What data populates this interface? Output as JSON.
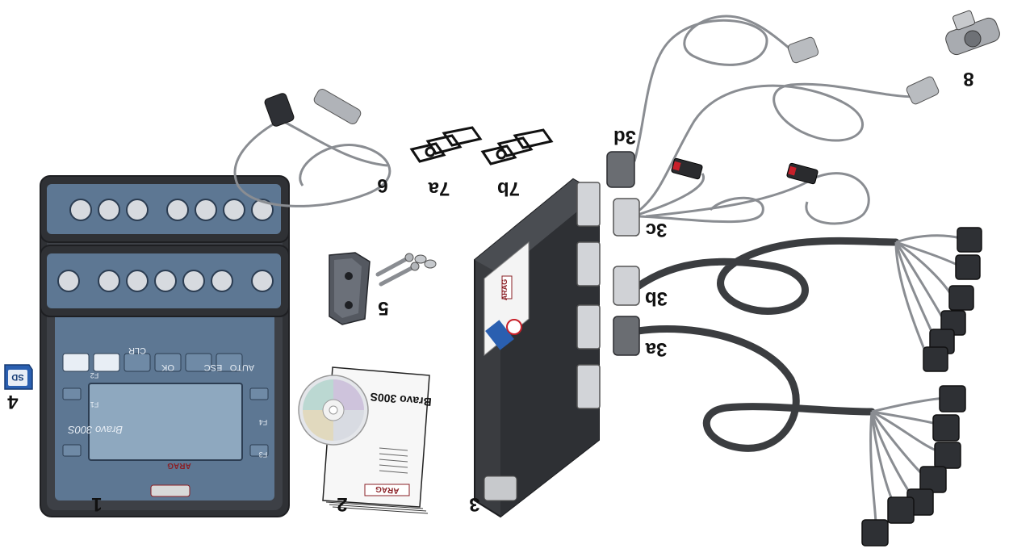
{
  "callouts": {
    "c1": "1",
    "c2": "2",
    "c3": "3",
    "c3a": "3a",
    "c3b": "3b",
    "c3c": "3c",
    "c3d": "3d",
    "c4": "4",
    "c5": "5",
    "c6": "6",
    "c7a": "7a",
    "c7b": "7b",
    "c8": "8"
  },
  "console": {
    "model": "Bravo 300S",
    "brand": "ARAG",
    "buttons": {
      "clr": "CLR",
      "ok": "OK",
      "esc": "ESC",
      "auto": "AUTO",
      "f1": "F1",
      "f2": "F2",
      "f3": "F3",
      "f4": "F4"
    }
  },
  "manual": {
    "title": "Bravo 300S",
    "brand": "ARAG"
  },
  "control_unit": {
    "brand": "ARAG"
  },
  "sd_card": {
    "label": "SD"
  },
  "colors": {
    "console_blue": "#5d7793",
    "console_shell": "#3a3d42",
    "cable": "#8a8d92",
    "cable_dark": "#3b3d40",
    "connector_red": "#c8202a"
  }
}
